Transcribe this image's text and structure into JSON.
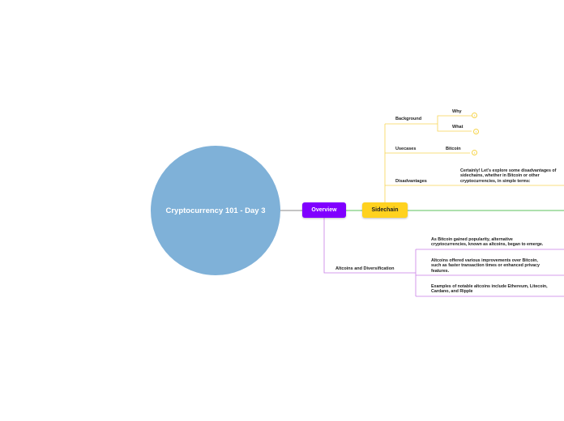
{
  "colors": {
    "root": "#7fb1d8",
    "overview": "#8000ff",
    "sidechain": "#ffd21f",
    "sidechain_links": "#f7d454",
    "overview_links": "#c97ee6",
    "green_link": "#5cc15c",
    "root_link": "#888888"
  },
  "root": {
    "label": "Cryptocurrency 101 - Day 3"
  },
  "overview": {
    "label": "Overview",
    "children": [
      {
        "label": "Altcoins and Diversification",
        "children": [
          {
            "lines": [
              "As Bitcoin gained popularity, alternative",
              "cryptocurrencies, known as altcoins, began to emerge."
            ]
          },
          {
            "lines": [
              "Altcoins offered various improvements over Bitcoin,",
              "such as faster transaction times or enhanced privacy",
              "features."
            ]
          },
          {
            "lines": [
              "Examples of notable altcoins include Ethereum, Litecoin,",
              "Cardano, and Ripple"
            ]
          }
        ]
      }
    ]
  },
  "sidechain": {
    "label": "Sidechain",
    "children": [
      {
        "label": "Background",
        "children": [
          {
            "label": "Why",
            "marker": "i"
          },
          {
            "label": "What",
            "marker": "i"
          }
        ]
      },
      {
        "label": "Usecases",
        "children": [
          {
            "label": "Bitcoin",
            "marker": "i"
          }
        ]
      },
      {
        "label": "Disadvantages",
        "children": [
          {
            "lines": [
              "Certainly! Let's explore some disadvantages of",
              "sidechains, whether in Bitcoin or other",
              "cryptocurrencies, in simple terms:"
            ]
          }
        ]
      }
    ]
  }
}
